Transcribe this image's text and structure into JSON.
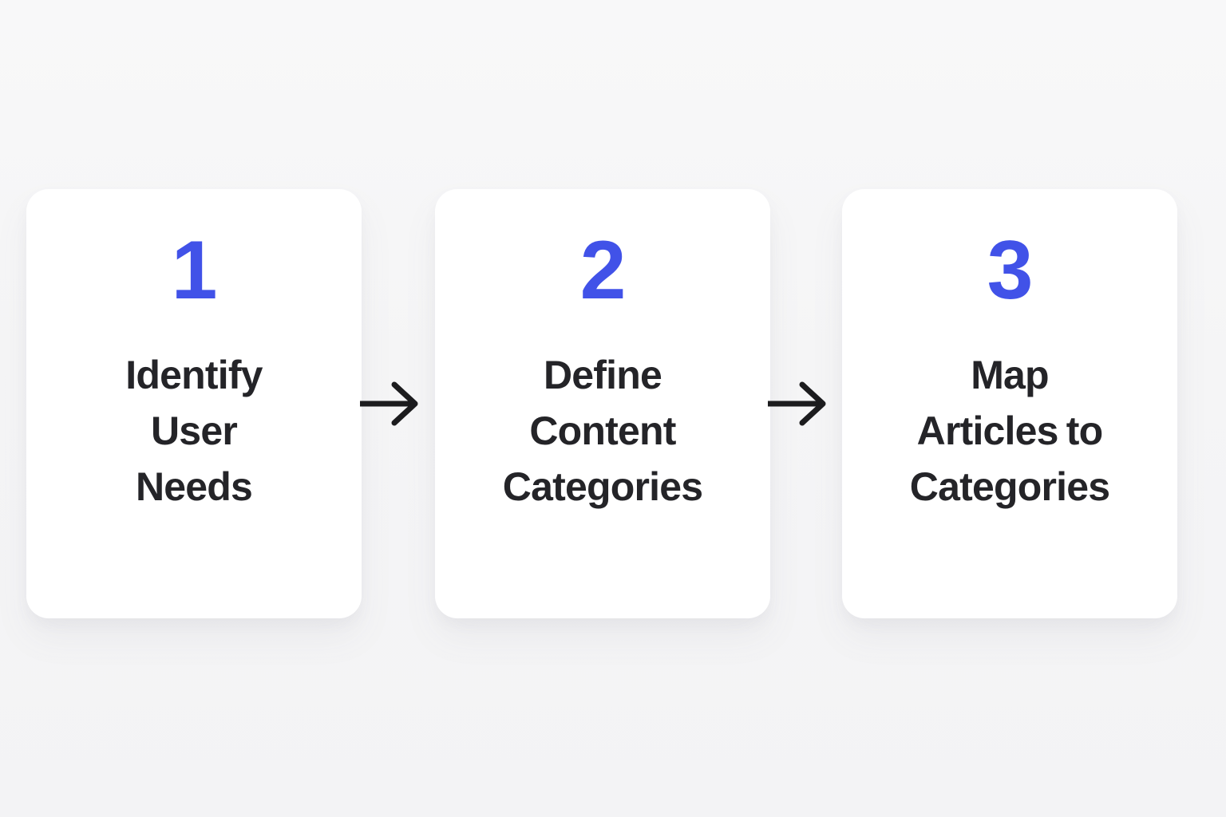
{
  "diagram": {
    "type": "process-flow",
    "direction": "left-to-right",
    "colors": {
      "background": "#f5f5f6",
      "card_background": "#ffffff",
      "accent_number_blue": "#4152e8",
      "title_text": "#242428",
      "arrow_stroke": "#1c1c1e"
    },
    "steps": [
      {
        "number": "1",
        "title": "Identify User Needs",
        "title_lines": [
          "Identify",
          "User",
          "Needs"
        ]
      },
      {
        "number": "2",
        "title": "Define Content Categories",
        "title_lines": [
          "Define",
          "Content",
          "Categories"
        ]
      },
      {
        "number": "3",
        "title": "Map Articles to Categories",
        "title_lines": [
          "Map",
          "Articles to",
          "Categories"
        ]
      }
    ],
    "arrows": [
      {
        "name": "arrow-step-1-to-2",
        "glyph": "right-arrow"
      },
      {
        "name": "arrow-step-2-to-3",
        "glyph": "right-arrow"
      }
    ]
  }
}
